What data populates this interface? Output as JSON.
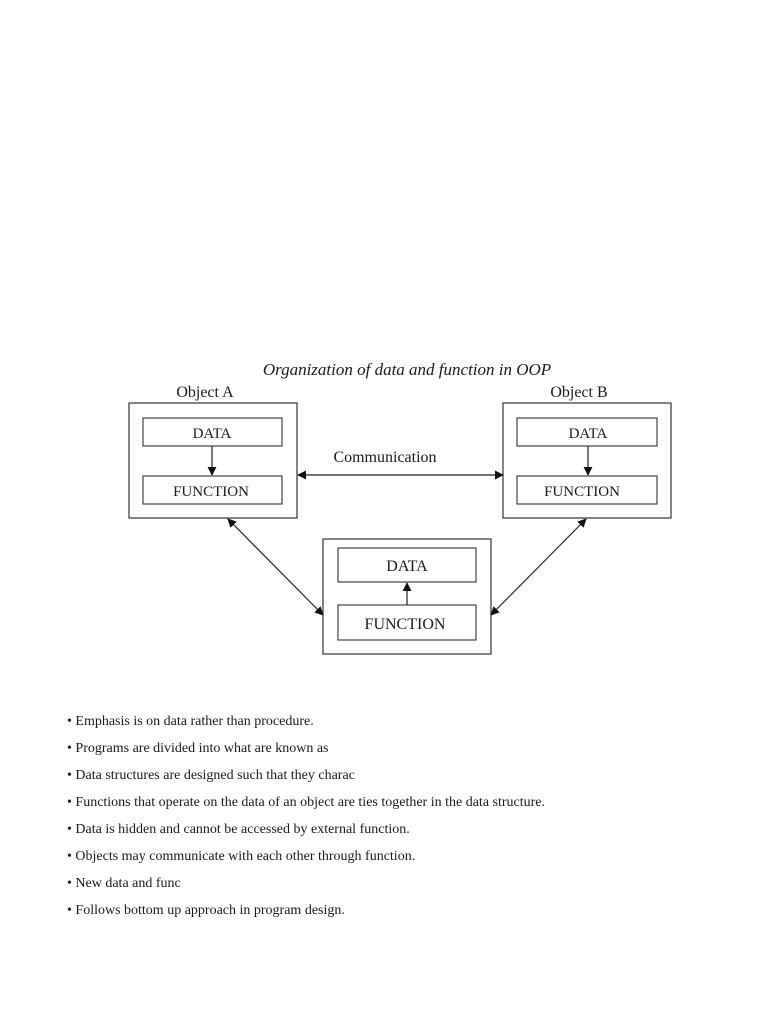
{
  "diagram": {
    "title": "Organization of data and function in OOP",
    "object_a": {
      "label": "Object A",
      "data": "DATA",
      "function": "FUNCTION"
    },
    "object_b": {
      "label": "Object B",
      "data": "DATA",
      "function": "FUNCTION"
    },
    "object_c": {
      "data": "DATA",
      "function": "FUNCTION"
    },
    "communication_label": "Communication"
  },
  "bullets": [
    "• Emphasis is on data rather than procedure.",
    "• Programs are divided into what are known as",
    "• Data structures are designed such that they charac",
    "• Functions that operate on the data of an object are ties together in the data structure.",
    "• Data is hidden and cannot be accessed by external function.",
    "• Objects may communicate with each other through function.",
    "• New data and func",
    "• Follows bottom up approach in program design."
  ]
}
